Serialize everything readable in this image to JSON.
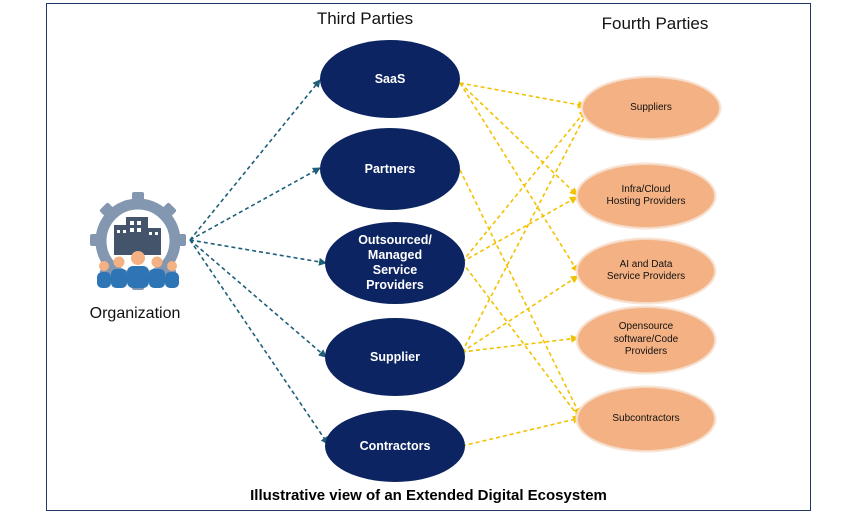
{
  "headers": {
    "third_parties": "Third Parties",
    "fourth_parties": "Fourth Parties"
  },
  "organization": {
    "label": "Organization",
    "icon": "organization-gear-icon"
  },
  "third_parties": [
    {
      "label": "SaaS"
    },
    {
      "label": "Partners"
    },
    {
      "label": "Outsourced/\nManaged\nService\nProviders"
    },
    {
      "label": "Supplier"
    },
    {
      "label": "Contractors"
    }
  ],
  "fourth_parties": [
    {
      "label": "Suppliers"
    },
    {
      "label": "Infra/Cloud\nHosting Providers"
    },
    {
      "label": "AI and Data\nService Providers"
    },
    {
      "label": "Opensource\nsoftware/Code\nProviders"
    },
    {
      "label": "Subcontractors"
    }
  ],
  "caption": "Illustrative view of an Extended Digital Ecosystem",
  "colors": {
    "third_party_fill": "#0c2461",
    "fourth_party_fill": "#f4b183",
    "org_edge": "#1f5f7a",
    "vendor_edge": "#f2c200",
    "frame": "#1f3864"
  }
}
